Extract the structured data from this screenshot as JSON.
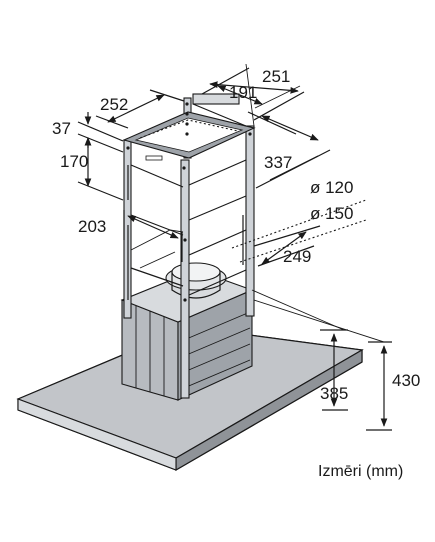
{
  "dimensions": {
    "d251": "251",
    "d191": "191",
    "d252": "252",
    "d37": "37",
    "d170": "170",
    "d337": "337",
    "d120": "ø 120",
    "d150": "ø 150",
    "d203": "203",
    "d249": "249",
    "d385": "385",
    "d430": "430"
  },
  "caption": "Izmēri (mm)"
}
